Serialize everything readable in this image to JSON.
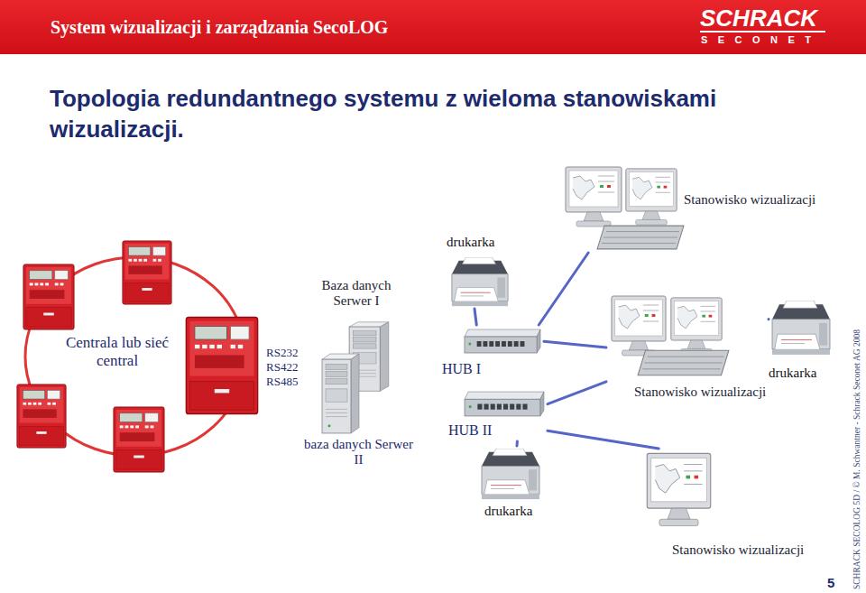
{
  "diagram": {
    "title": "Topologia redundantnego systemu z wieloma stanowiskami wizualizacji.",
    "nodes": [
      {
        "text": [
          "Centrala lub sieć central"
        ]
      },
      {
        "text": [
          "Baza danych Serwer I"
        ]
      },
      {
        "text": [
          "baza danych Serwer II"
        ]
      },
      {
        "text": [
          "HUB I"
        ]
      },
      {
        "text": [
          "HUB II"
        ]
      },
      {
        "text": [
          "drukarka"
        ]
      },
      {
        "text": [
          "Stanowisko wizualizacji"
        ]
      },
      {
        "text": [
          "Stanowisko wizualizacji"
        ]
      },
      {
        "text": [
          "drukarka"
        ]
      },
      {
        "text": [
          "drukarka"
        ]
      },
      {
        "text": [
          "Stanowisko wizualizacji"
        ]
      }
    ],
    "edges": [
      {
        "from": 3,
        "to": 5,
        "arrow": "none"
      },
      {
        "from": 3,
        "to": 6,
        "arrow": "none"
      },
      {
        "from": 3,
        "to": 7,
        "arrow": "none"
      },
      {
        "from": 4,
        "to": 7,
        "arrow": "none"
      },
      {
        "from": 4,
        "to": 10,
        "arrow": "none"
      },
      {
        "from": 4,
        "to": 9,
        "arrow": "none"
      },
      {
        "from": 7,
        "to": 8,
        "arrow": "none"
      }
    ],
    "labels": [
      "System wizualizacji i zarządzania SecoLOG",
      "SCHRACK",
      "S E C O N E T",
      "RS232 RS422 RS485",
      "5",
      "SCHRACK SECOLOG 5D / © M. Schwantner - Schrack Seconet AG 2008"
    ]
  }
}
